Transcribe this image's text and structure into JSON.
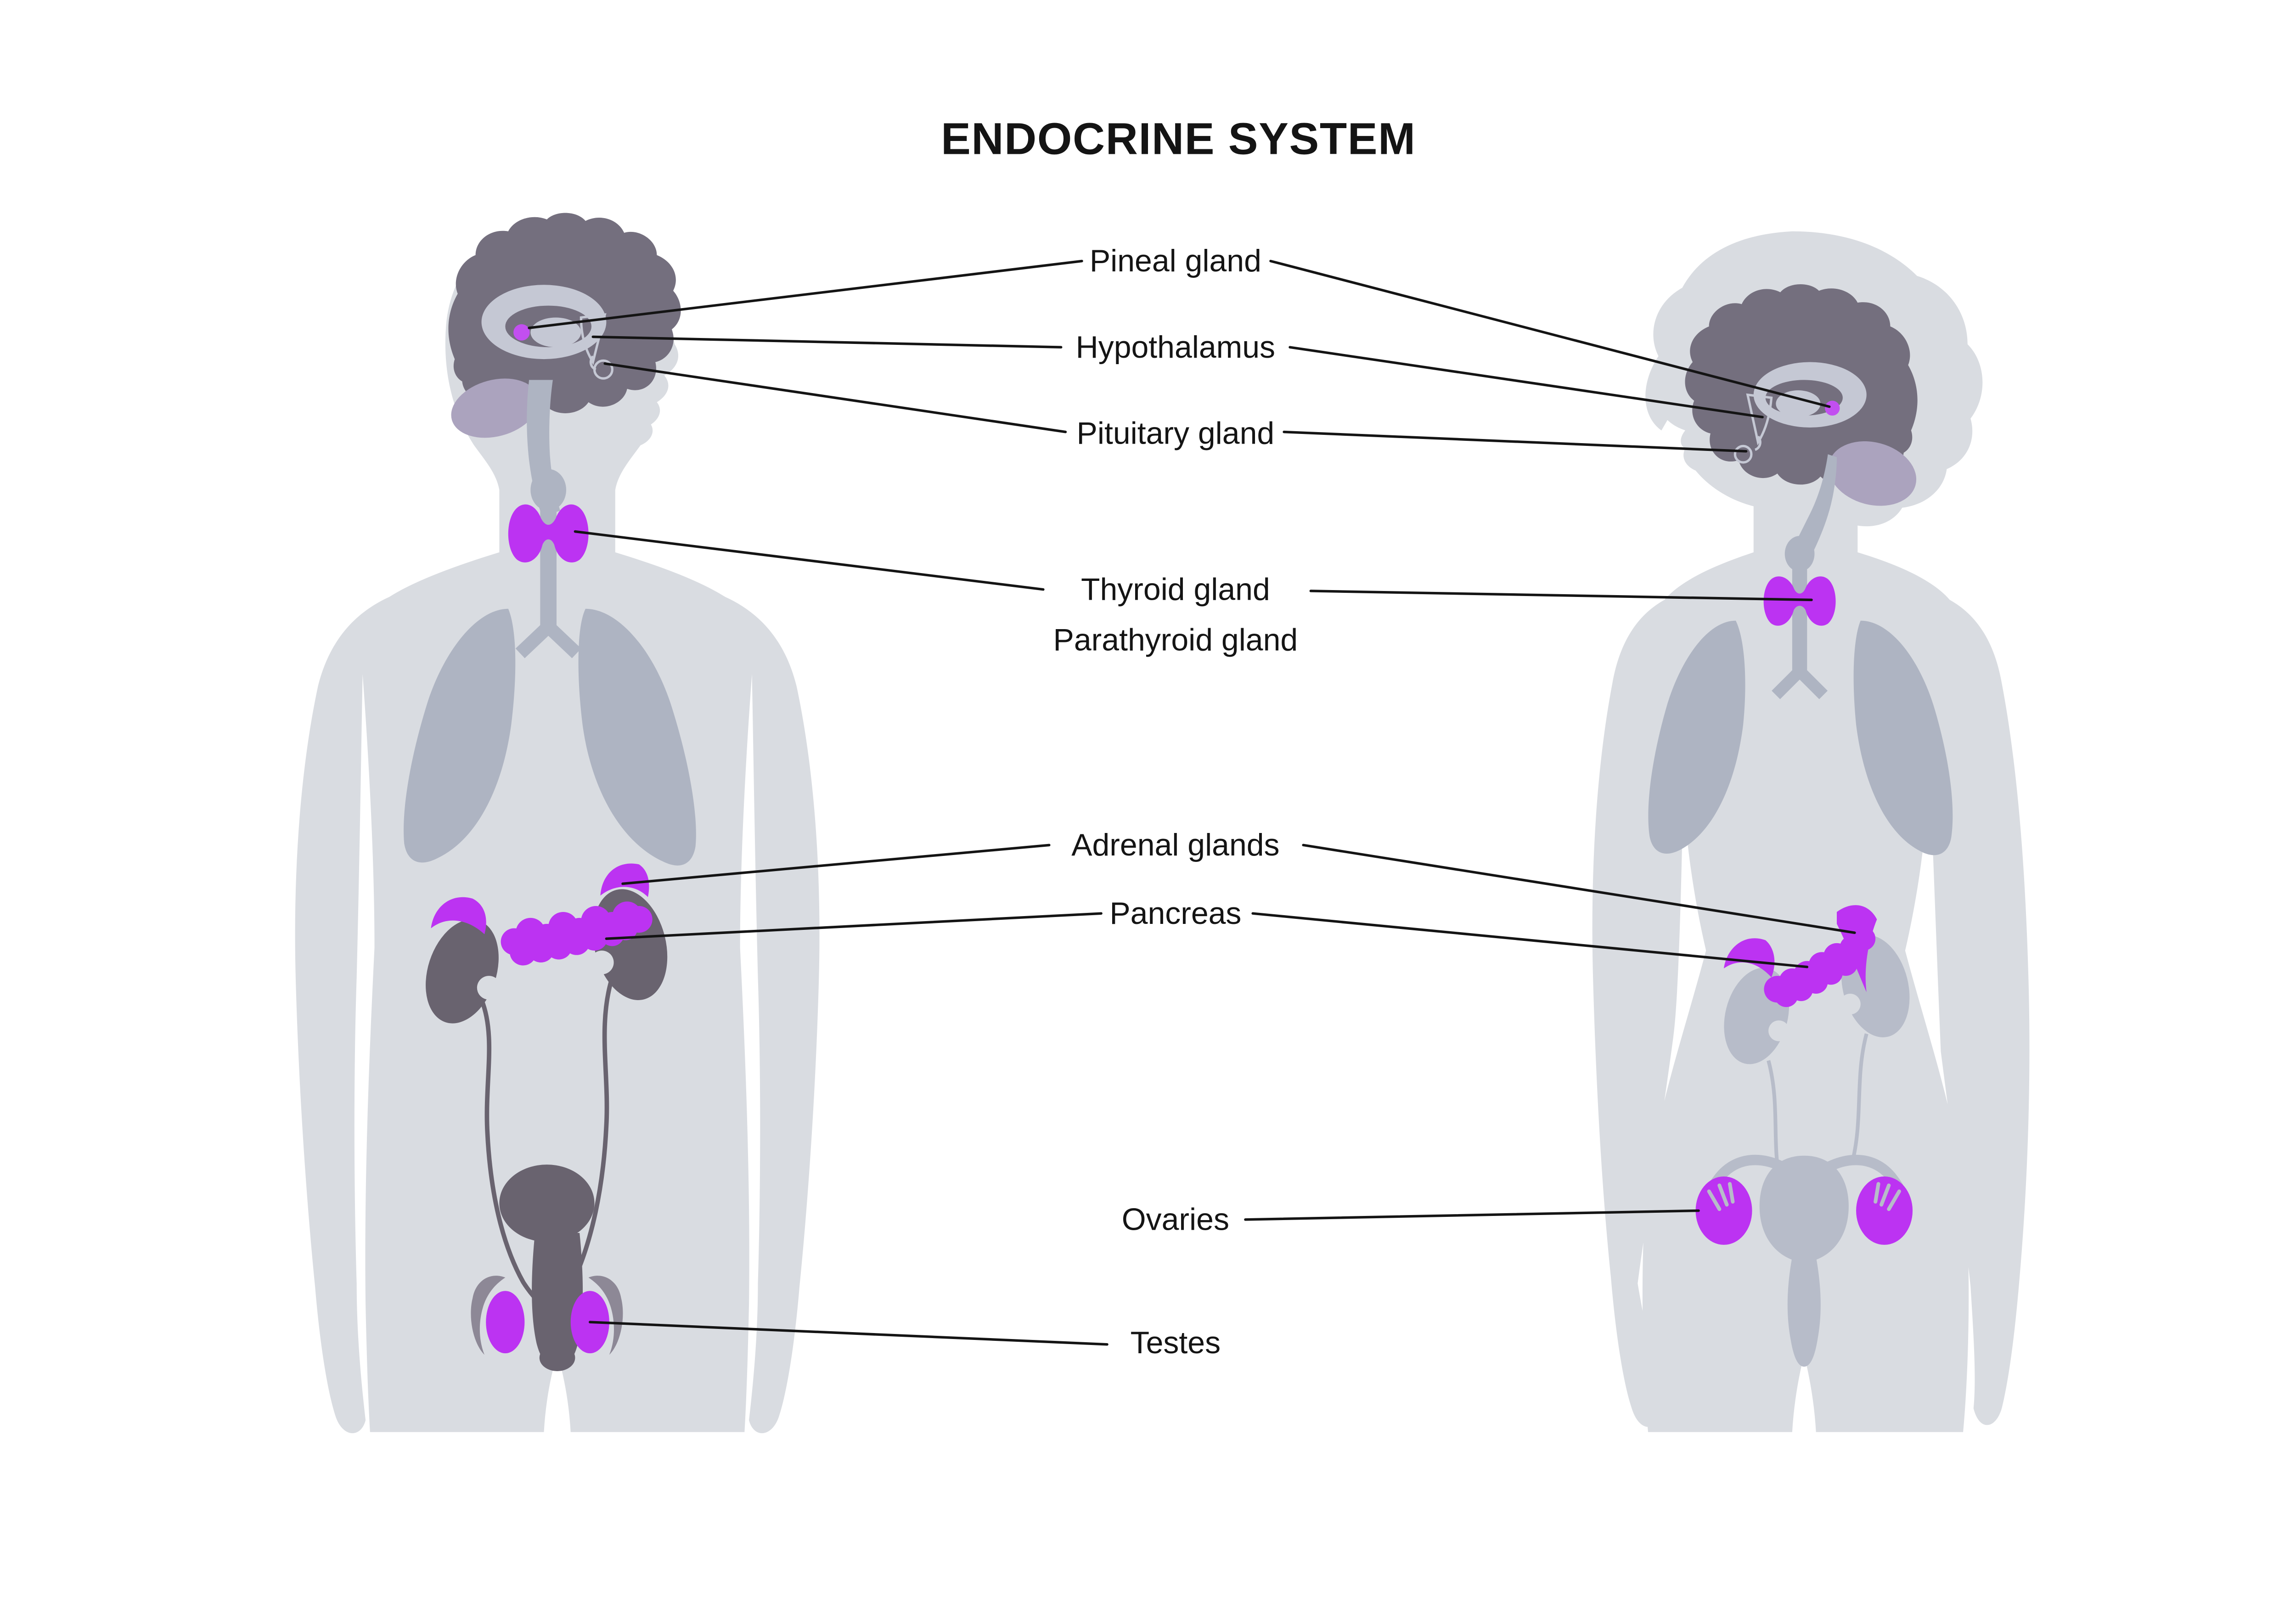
{
  "title": "ENDOCRINE SYSTEM",
  "figures": {
    "left": "male-silhouette",
    "right": "female-silhouette"
  },
  "labels": {
    "pineal": "Pineal gland",
    "hypothalamus": "Hypothalamus",
    "pituitary": "Pituitary gland",
    "thyroid": "Thyroid gland",
    "parathyroid": "Parathyroid gland",
    "adrenal": "Adrenal glands",
    "pancreas": "Pancreas",
    "ovaries": "Ovaries",
    "testes": "Testes"
  },
  "colors": {
    "background": "#ffffff",
    "text": "#141414",
    "leader_line": "#141414",
    "body_silhouette": "#d9dce1",
    "organ_gray": "#aeb4c2",
    "female_organ_gray": "#b7bcc9",
    "brain_dark": "#746f7e",
    "brain_inner": "#c5c8d4",
    "cerebellum": "#aba3be",
    "male_organ_dark": "#69636f",
    "epididymis_gray": "#8d8896",
    "gland_purple": "#bc33f2",
    "gland_dot_purple": "#c24ff0"
  }
}
